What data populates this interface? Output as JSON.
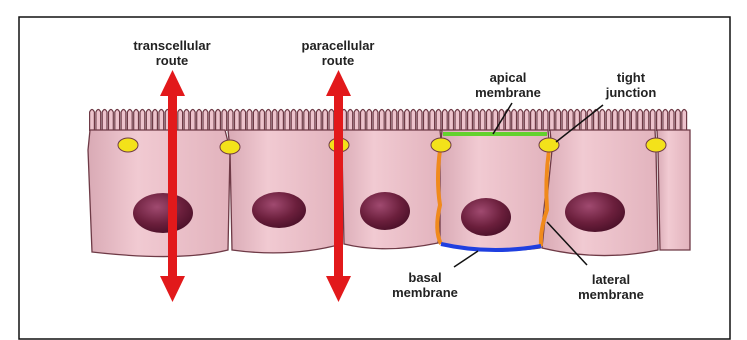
{
  "labels": {
    "transcellular_line1": "transcellular",
    "transcellular_line2": "route",
    "paracellular_line1": "paracellular",
    "paracellular_line2": "route",
    "apical_line1": "apical",
    "apical_line2": "membrane",
    "tight_line1": "tight",
    "tight_line2": "junction",
    "basal_line1": "basal",
    "basal_line2": "membrane",
    "lateral_line1": "lateral",
    "lateral_line2": "membrane"
  },
  "colors": {
    "cell_fill": "#ecc3cc",
    "cell_shade": "#d7a6b1",
    "cell_outline": "#6e3a46",
    "nucleus": "#6b1f3c",
    "arrow": "#e2191b",
    "junction": "#f3e21a",
    "apical_membrane": "#63d12e",
    "basal_membrane": "#1f3fe0",
    "lateral_membrane": "#f08a1c"
  }
}
